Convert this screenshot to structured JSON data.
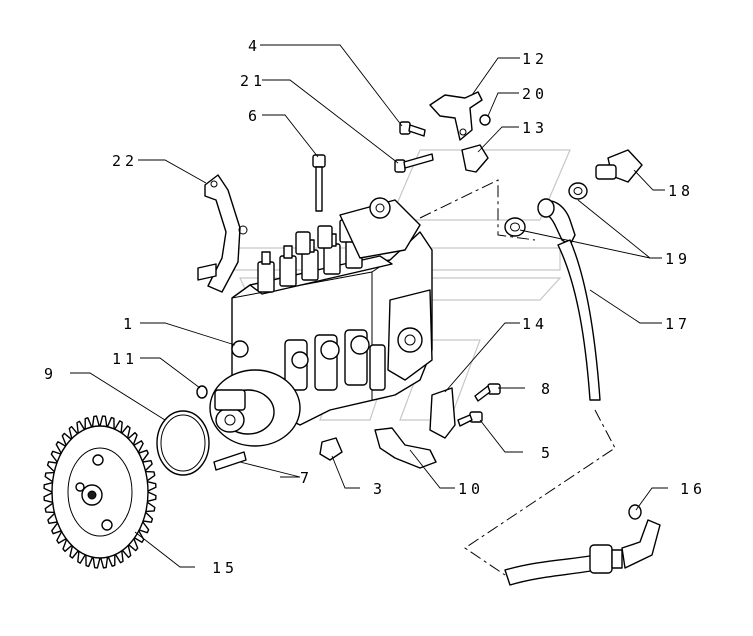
{
  "diagram": {
    "callouts": [
      {
        "id": "c4",
        "label": "4"
      },
      {
        "id": "c21",
        "label": "21"
      },
      {
        "id": "c6",
        "label": "6"
      },
      {
        "id": "c22",
        "label": "22"
      },
      {
        "id": "c12",
        "label": "12"
      },
      {
        "id": "c20",
        "label": "20"
      },
      {
        "id": "c13",
        "label": "13"
      },
      {
        "id": "c18",
        "label": "18"
      },
      {
        "id": "c19",
        "label": "19"
      },
      {
        "id": "c17",
        "label": "17"
      },
      {
        "id": "c14",
        "label": "14"
      },
      {
        "id": "c1",
        "label": "1"
      },
      {
        "id": "c11",
        "label": "11"
      },
      {
        "id": "c9",
        "label": "9"
      },
      {
        "id": "c8",
        "label": "8"
      },
      {
        "id": "c5",
        "label": "5"
      },
      {
        "id": "c7",
        "label": "7"
      },
      {
        "id": "c3",
        "label": "3"
      },
      {
        "id": "c10",
        "label": "10"
      },
      {
        "id": "c16",
        "label": "16"
      },
      {
        "id": "c15",
        "label": "15"
      }
    ]
  }
}
